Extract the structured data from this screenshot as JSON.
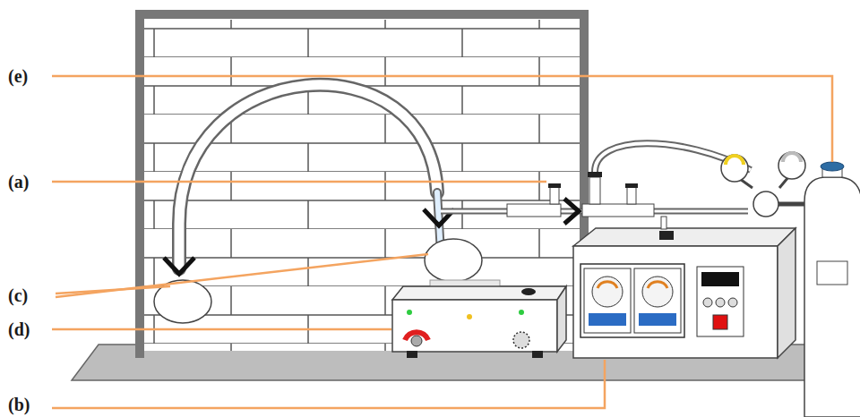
{
  "diagram": {
    "labels": [
      "(e)",
      "(a)",
      "(c)",
      "(d)",
      "(b)"
    ]
  }
}
